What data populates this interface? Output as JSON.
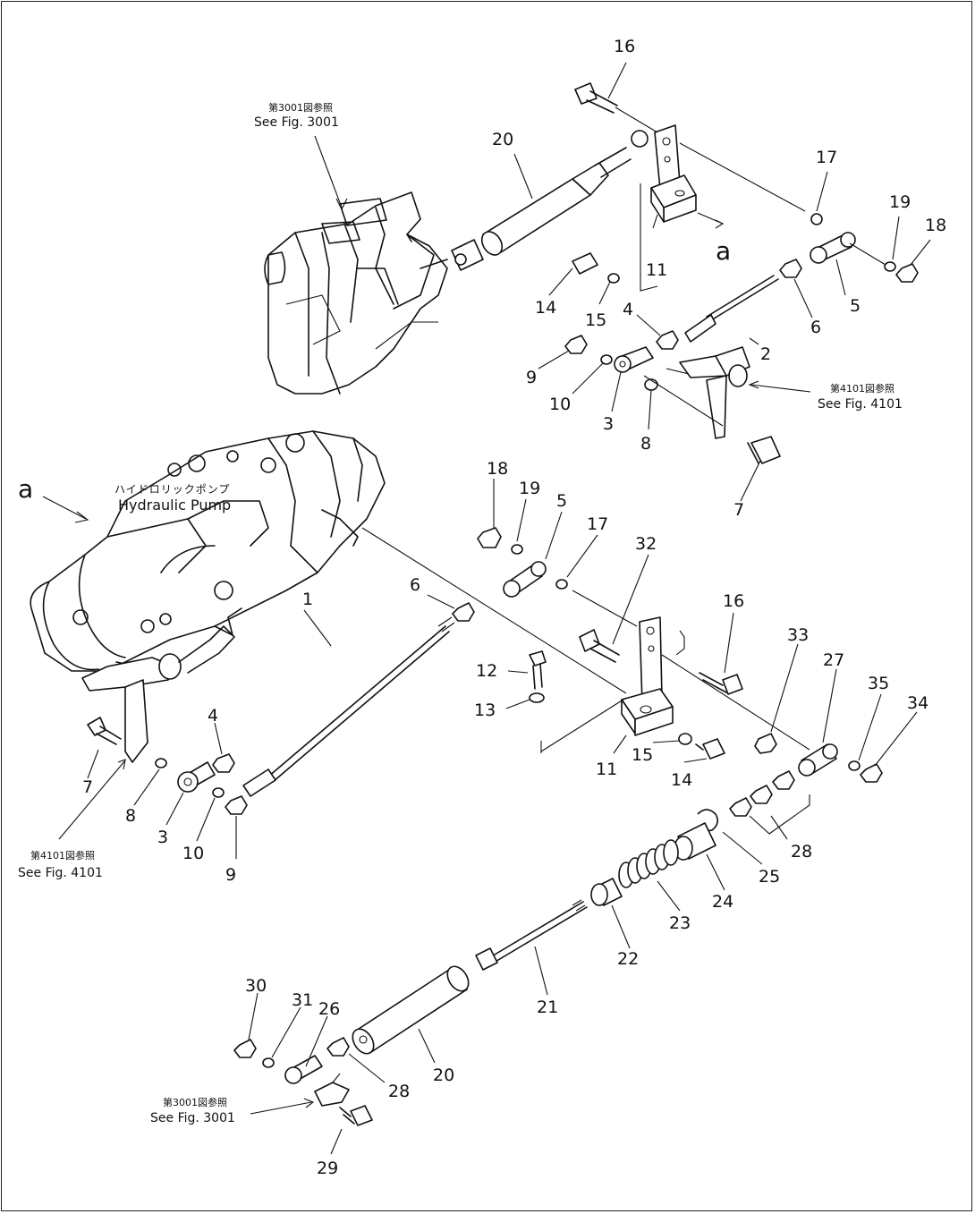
{
  "pump": {
    "name": "Hydraulic Pump",
    "name_jp": "ハイドロリックポンプ"
  },
  "refs": {
    "jp_3001": "第3001図参照",
    "en_3001": "See Fig. 3001",
    "jp_4101": "第4101図参照",
    "en_4101": "See Fig. 4101"
  },
  "view_marker": "a",
  "part_numbers": [
    {
      "id": "p16a",
      "text": "16"
    },
    {
      "id": "p20a",
      "text": "20"
    },
    {
      "id": "p17a",
      "text": "17"
    },
    {
      "id": "p19a",
      "text": "19"
    },
    {
      "id": "p18a",
      "text": "18"
    },
    {
      "id": "p11a",
      "text": "11"
    },
    {
      "id": "p14a",
      "text": "14"
    },
    {
      "id": "p15a",
      "text": "15"
    },
    {
      "id": "p5a",
      "text": "5"
    },
    {
      "id": "p6a",
      "text": "6"
    },
    {
      "id": "p4a",
      "text": "4"
    },
    {
      "id": "p2a",
      "text": "2"
    },
    {
      "id": "p9a",
      "text": "9"
    },
    {
      "id": "p10a",
      "text": "10"
    },
    {
      "id": "p3a",
      "text": "3"
    },
    {
      "id": "p8a",
      "text": "8"
    },
    {
      "id": "p7a",
      "text": "7"
    },
    {
      "id": "p18b",
      "text": "18"
    },
    {
      "id": "p19b",
      "text": "19"
    },
    {
      "id": "p5b",
      "text": "5"
    },
    {
      "id": "p17b",
      "text": "17"
    },
    {
      "id": "p32",
      "text": "32"
    },
    {
      "id": "p6b",
      "text": "6"
    },
    {
      "id": "p16b",
      "text": "16"
    },
    {
      "id": "p33",
      "text": "33"
    },
    {
      "id": "p27",
      "text": "27"
    },
    {
      "id": "p35",
      "text": "35"
    },
    {
      "id": "p34",
      "text": "34"
    },
    {
      "id": "p12",
      "text": "12"
    },
    {
      "id": "p13",
      "text": "13"
    },
    {
      "id": "p1",
      "text": "1"
    },
    {
      "id": "p4b",
      "text": "4"
    },
    {
      "id": "p7b",
      "text": "7"
    },
    {
      "id": "p8b",
      "text": "8"
    },
    {
      "id": "p3b",
      "text": "3"
    },
    {
      "id": "p10b",
      "text": "10"
    },
    {
      "id": "p9b",
      "text": "9"
    },
    {
      "id": "p11b",
      "text": "11"
    },
    {
      "id": "p15b",
      "text": "15"
    },
    {
      "id": "p14b",
      "text": "14"
    },
    {
      "id": "p28a",
      "text": "28"
    },
    {
      "id": "p25",
      "text": "25"
    },
    {
      "id": "p24",
      "text": "24"
    },
    {
      "id": "p23",
      "text": "23"
    },
    {
      "id": "p22",
      "text": "22"
    },
    {
      "id": "p21",
      "text": "21"
    },
    {
      "id": "p30",
      "text": "30"
    },
    {
      "id": "p31",
      "text": "31"
    },
    {
      "id": "p26",
      "text": "26"
    },
    {
      "id": "p20b",
      "text": "20"
    },
    {
      "id": "p28b",
      "text": "28"
    },
    {
      "id": "p29",
      "text": "29"
    }
  ]
}
